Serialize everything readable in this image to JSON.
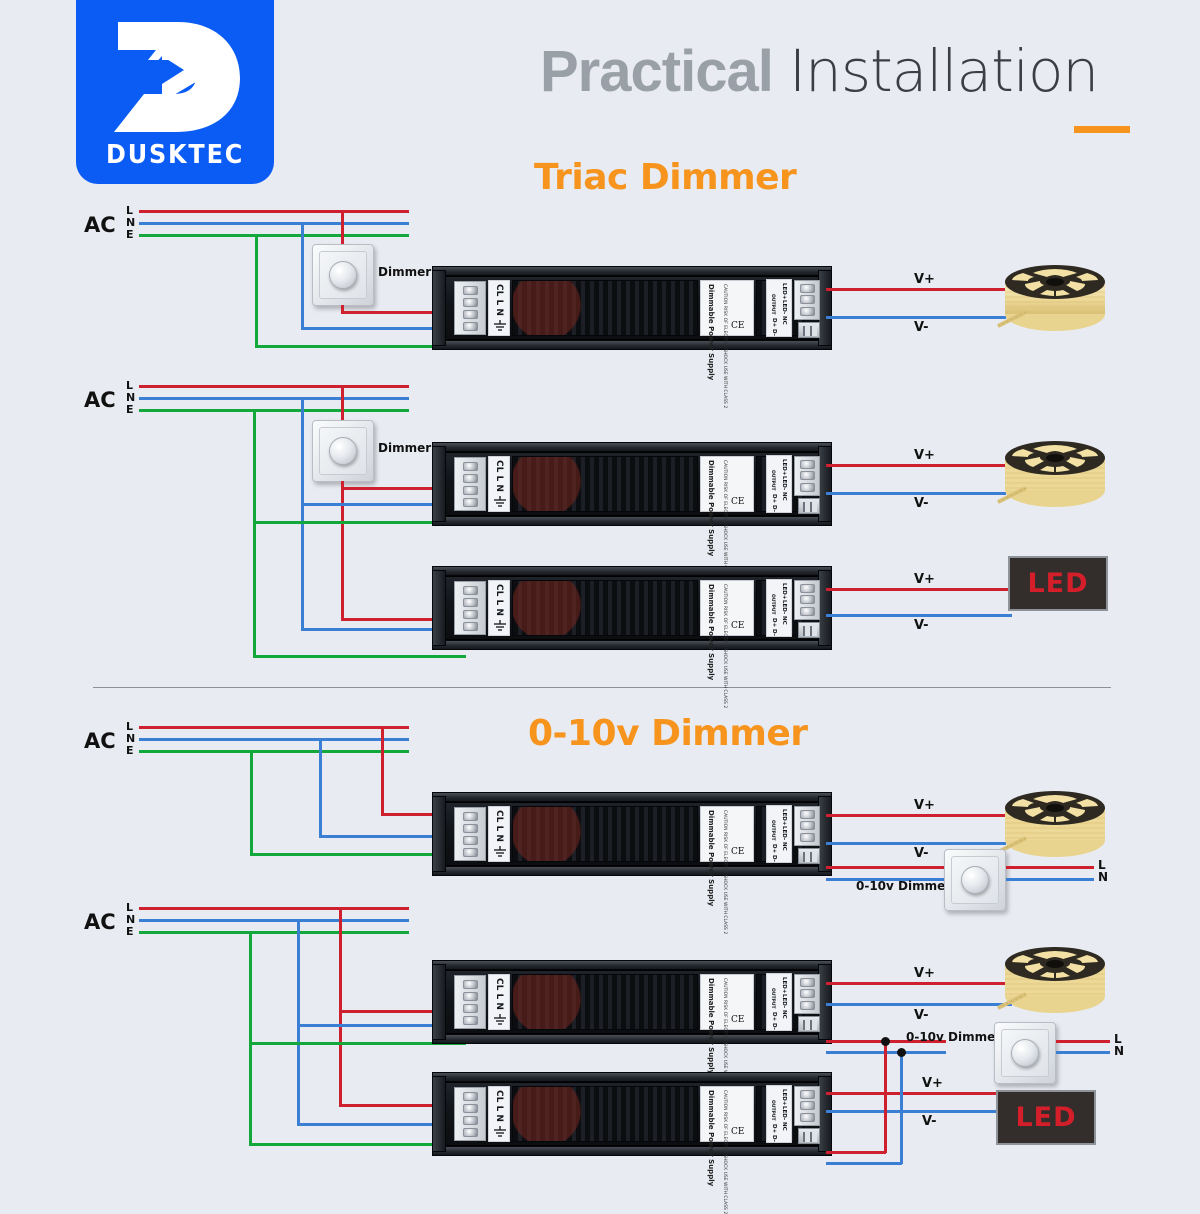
{
  "brand": {
    "logo_text": "DUSKTEC",
    "logo_icon": "dusktec-d-arrow-logo",
    "logo_color": "#0a5cf5"
  },
  "header": {
    "title_bold": "Practical",
    "title_thin": "Installation",
    "accent_color": "#f7941e"
  },
  "sections": [
    {
      "id": "triac",
      "title": "Triac Dimmer"
    },
    {
      "id": "zero-ten",
      "title": "0-10v Dimmer"
    }
  ],
  "labels": {
    "ac": "AC",
    "line": "L",
    "neutral": "N",
    "earth": "E",
    "dimmer": "Dimmer",
    "dimmer_010v": "0-10v Dimmer",
    "v_plus": "V+",
    "v_minus": "V-",
    "out_l": "L",
    "out_n": "N",
    "led_box": "LED"
  },
  "psu": {
    "input_terminals": "CL  L  N",
    "ground_symbol": "earth-ground-symbol",
    "brand_label": "Dimmable Power Supply",
    "caution_text": "CAUTION  RISK OF ELECTRIC SHOCK  USE WITH CLASS 2",
    "cert_marks": "CE",
    "output_group": "OUTPUT",
    "output_terminals": [
      "LED+",
      "LED-",
      "NC",
      "D+",
      "D-"
    ]
  },
  "wire_colors": {
    "live": "#cf2030",
    "neutral": "#3b7fd4",
    "earth": "#12a83c"
  },
  "diagrams": [
    {
      "name": "triac-single-psu",
      "section": "triac",
      "psu_count": 1,
      "has_wall_dimmer": true,
      "loads": [
        "led-strip-reel"
      ]
    },
    {
      "name": "triac-dual-psu",
      "section": "triac",
      "psu_count": 2,
      "has_wall_dimmer": true,
      "loads": [
        "led-strip-reel",
        "led-panel"
      ]
    },
    {
      "name": "zero-ten-single-psu",
      "section": "zero-ten",
      "psu_count": 1,
      "has_wall_dimmer": true,
      "loads": [
        "led-strip-reel"
      ]
    },
    {
      "name": "zero-ten-dual-psu",
      "section": "zero-ten",
      "psu_count": 2,
      "has_wall_dimmer": true,
      "loads": [
        "led-strip-reel",
        "led-panel"
      ]
    }
  ]
}
